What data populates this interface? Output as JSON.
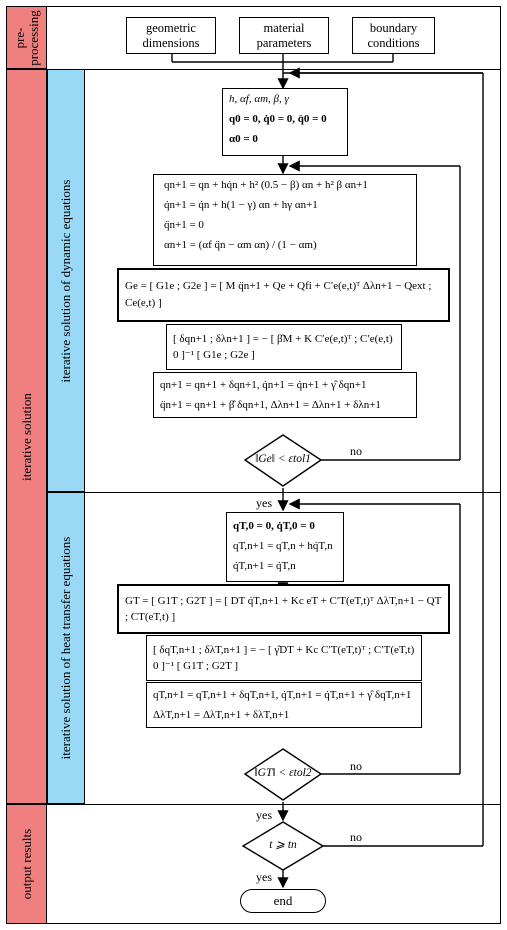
{
  "sections": {
    "preprocessing": "pre-\nprocessing",
    "iterative_solution": "iterative solution",
    "dynamic": "iterative solution of dynamic equations",
    "heat": "iterative solution of heat transfer equations",
    "output": "output results"
  },
  "inputs": {
    "geometric": "geometric dimensions",
    "material": "material parameters",
    "boundary": "boundary conditions"
  },
  "dyn": {
    "init1": "h,  αf,  αm,  β,  γ",
    "init2": "q0 = 0,  q̇0 = 0,  q̈0 = 0",
    "init3": "α0 = 0",
    "pred1": "qn+1 = qn + hq̇n + h² (0.5 − β) αn + h² β αn+1",
    "pred2": "q̇n+1 = q̇n + h(1 − γ) αn + hγ αn+1",
    "pred3": "q̈n+1 = 0",
    "pred4": "αn+1 = (αf q̈n − αm αn) / (1 − αm)",
    "res1": "Ge = [ G1e ; G2e ] = [ M q̈n+1 + Qe + Qfi + C′e(e,t)ᵀ Δλn+1 − Qext ; Ce(e,t) ]",
    "newton": "[ δqn+1 ; δλn+1 ] = − [ β̂M + K   C′e(e,t)ᵀ ; C′e(e,t)   0 ]⁻¹ [ G1e ; G2e ]",
    "upd1": "qn+1 = qn+1 + δqn+1,  q̇n+1 = q̇n+1 + γ̂ δqn+1",
    "upd2": "q̈n+1 = qn+1 + β̂ δqn+1,  Δλn+1 = Δλn+1 + δλn+1",
    "cond": "‖Ge‖ < εtol1"
  },
  "heat": {
    "init1": "qT,0 = 0,  q̇T,0 = 0",
    "pred1": "qT,n+1 = qT,n + hq̇T,n",
    "pred2": "q̇T,n+1 = q̇T,n",
    "res1": "GT = [ G1T ; G2T ] = [ DT q̇T,n+1 + Kc eT + C′T(eT,t)ᵀ ΔλT,n+1 − QT ; CT(eT,t) ]",
    "newton": "[ δqT,n+1 ; δλT,n+1 ] = − [ γ̂DT + Kc   C′T(eT,t)ᵀ ; C′T(eT,t)   0 ]⁻¹ [ G1T ; G2T ]",
    "upd1": "qT,n+1 = qT,n+1 + δqT,n+1,  q̇T,n+1 = q̇T,n+1 + γ̂ δqT,n+1",
    "upd2": "ΔλT,n+1 = ΔλT,n+1 + δλT,n+1",
    "cond": "‖GT‖ < εtol2"
  },
  "out": {
    "cond": "t ⩾ tn",
    "end": "end"
  },
  "labels": {
    "yes": "yes",
    "no": "no"
  }
}
